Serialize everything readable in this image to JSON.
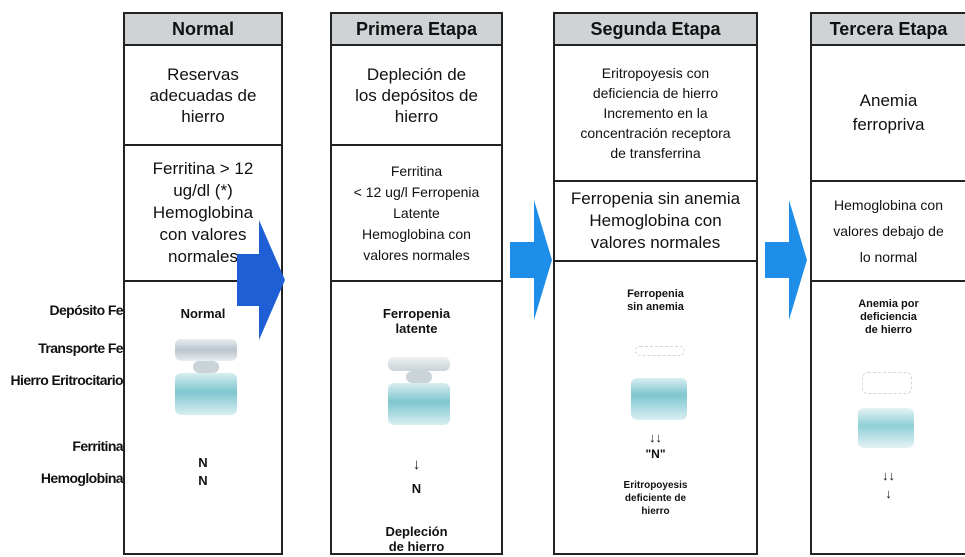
{
  "left_labels": [
    "Depósito Fe",
    "Transporte Fe",
    "Hierro Eritrocitario",
    "Ferritina",
    "Hemoglobina"
  ],
  "columns": [
    {
      "header": "Normal",
      "reserve": "Reservas\nadecuadas de\nhierro",
      "lab": "Ferritina > 12\nug/dl (*)\nHemoglobina\ncon valores\nnormales",
      "figure_title": "Normal",
      "figure_marks": [
        "N",
        "N"
      ],
      "figure_caption": ""
    },
    {
      "header": "Primera Etapa",
      "reserve": "Depleción de\nlos depósitos de\nhierro",
      "lab": "Ferritina\n< 12 ug/l Ferropenia\nLatente\nHemoglobina con\nvalores normales",
      "figure_title": "Ferropenia\nlatente",
      "figure_marks": [
        "↓",
        "N"
      ],
      "figure_caption": "Depleción\nde hierro"
    },
    {
      "header": "Segunda Etapa",
      "reserve": "Eritropoyesis con\ndeficiencia de hierro\nIncremento en la\nconcentración receptora\nde transferrina",
      "lab": "Ferropenia sin anemia\nHemoglobina con\nvalores normales",
      "figure_title": "Ferropenia\nsin anemia",
      "figure_marks": [
        "↓↓",
        "\"N\""
      ],
      "figure_caption": "Eritropoyesis\ndeficiente de\nhierro"
    },
    {
      "header": "Tercera Etapa",
      "reserve": "Anemia\nferropriva",
      "lab": "Hemoglobina con\nvalores debajo de\nlo normal",
      "figure_title": "Anemia por\ndeficiencia\nde hierro",
      "figure_marks": [
        "↓↓",
        "↓"
      ],
      "figure_caption": ""
    }
  ],
  "colors": {
    "header_bg": "#cfd3d6",
    "arrow": "#1f5fd6",
    "tube": "#7fc6cf"
  }
}
